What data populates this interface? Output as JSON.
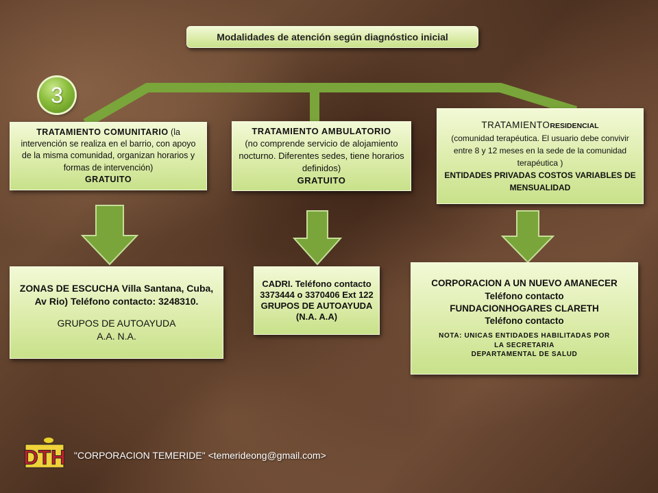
{
  "title": "Modalidades de atención según diagnóstico inicial",
  "badge_number": "3",
  "treatments": [
    {
      "heading": "TRATAMIENTO COMUNITARIO",
      "description": " (la intervención se realiza  en el barrio, con apoyo de la misma  comunidad, organizan horarios y formas de intervención)",
      "cost": "GRATUITO"
    },
    {
      "heading": "TRATAMIENTO AMBULATORIO",
      "description": "(no comprende servicio de alojamiento nocturno. Diferentes sedes, tiene horarios definidos)",
      "cost": "GRATUITO"
    },
    {
      "heading": "TRATAMIENTO",
      "heading_suffix": "RESIDENCIAL",
      "description": "(comunidad terapéutica. El usuario debe convivir entre 8 y 12  meses en la sede de la comunidad terapéutica )",
      "cost": "ENTIDADES PRIVADAS COSTOS VARIABLES DE MENSUALIDAD"
    }
  ],
  "services": [
    {
      "heading": "ZONAS DE ESCUCHA",
      "line1": " Villa Santana, Cuba, Av Rio) Teléfono contacto: 3248310.",
      "line2": "GRUPOS DE AUTOAYUDA",
      "line3": "A.A. N.A."
    },
    {
      "text": "CADRI. Teléfono contacto 3373444 o 3370406 Ext 122 GRUPOS DE AUTOAYUDA (N.A. A.A)"
    },
    {
      "line1": "CORPORACION A UN NUEVO AMANECER",
      "line2": "Teléfono contacto",
      "line3": "FUNDACIONHOGARES CLARETH",
      "line4": "Teléfono contacto",
      "note1": "NOTA: UNICAS ENTIDADES HABILITADAS POR",
      "note2": "LA SECRETARIA",
      "note3": "DEPARTAMENTAL DE SALUD"
    }
  ],
  "footer": "\"CORPORACION TEMERIDE\" <temerideong@gmail.com>",
  "logo_letters": "DTH",
  "colors": {
    "branch": "#7aa53a",
    "arrow": "#7aa53a",
    "box_top": "#f2f9d6",
    "box_bottom": "#c8e18a"
  }
}
